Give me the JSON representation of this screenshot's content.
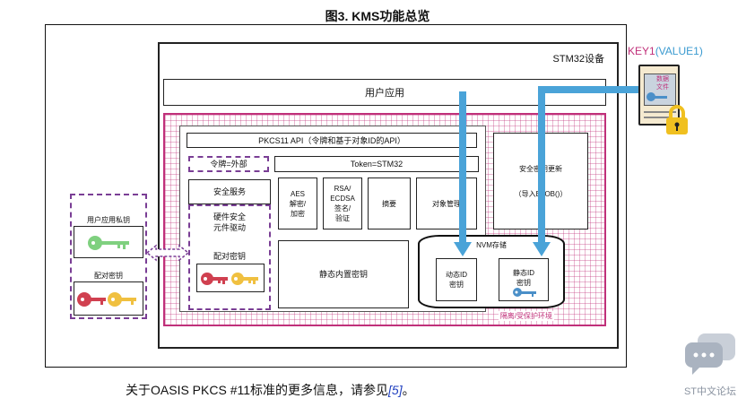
{
  "figure_title": "图3. KMS功能总览",
  "device": {
    "label": "STM32设备"
  },
  "key1": {
    "prefix": "KEY1",
    "value": "(VALUE1)",
    "doc_label": "数据\n文件"
  },
  "user_app": "用户应用",
  "pkcs11_api": "PKCS11 API（令牌和基于对象ID的API）",
  "token_external": "令牌=外部",
  "token_stm32": "Token=STM32",
  "security_services": "安全服务",
  "hw_driver": "硬件安全\n元件驱动",
  "pairing_key_inner": "配对密钥",
  "aes": "AES\n解密/\n加密",
  "rsa": "RSA/\nECDSA\n签名/\n验证",
  "digest": "摘要",
  "object_mgmt": "对象管理",
  "secure_update": "安全密钥更新",
  "import_blob": "（导入BLOB()）",
  "static_embedded_key": "静态内置密钥",
  "nvm_storage": "NVM存储",
  "dynamic_id_key": "动态ID\n密钥",
  "static_id_key": "静态ID\n密钥",
  "isolated_env": "隔离/受保护环境",
  "left_panel": {
    "user_private_key": "用户应用私钥",
    "pairing_key": "配对密钥"
  },
  "footer": {
    "text": "关于OASIS PKCS #11标准的更多信息，请参见",
    "ref": "[5]",
    "suffix": "。"
  },
  "watermark": "ST中文论坛",
  "colors": {
    "grid": "#c0307a",
    "arrow": "#4aa3d8",
    "dashed": "#7a3e95",
    "key_green": "#7fd07f",
    "key_red": "#d04050",
    "key_yellow": "#f0c040",
    "key_blue": "#4a8fc8",
    "key1_prefix": "#c0307a",
    "key1_value": "#3a9ad0"
  }
}
